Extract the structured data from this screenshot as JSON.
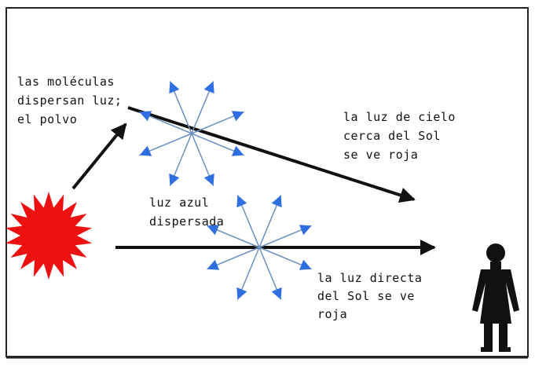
{
  "labels": {
    "molecules_line1": "las moléculas",
    "molecules_line2": "dispersan luz;",
    "molecules_line3": "el polvo",
    "sky_light_line1": "la luz de cielo",
    "sky_light_line2": "cerca del Sol",
    "sky_light_line3": "se ve roja",
    "blue_light_line1": "luz azul",
    "blue_light_line2": "dispersada",
    "direct_light_line1": "la luz directa",
    "direct_light_line2": "del Sol se ve",
    "direct_light_line3": "roja"
  },
  "colors": {
    "sun": "#ee1111",
    "scatter_arrow": "#2f6fe0",
    "scatter_line": "#6a8fc0",
    "main_arrow": "#111111",
    "person": "#111111",
    "frame": "#222222"
  },
  "icons": {
    "sun": "sun-icon",
    "person": "person-icon"
  }
}
